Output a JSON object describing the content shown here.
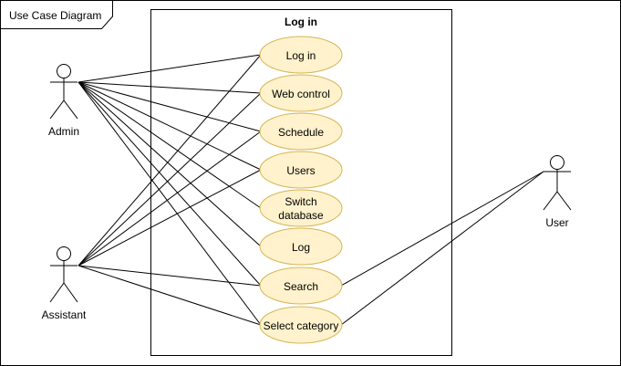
{
  "frame": {
    "label": "Use Case Diagram"
  },
  "system": {
    "title": "Log in"
  },
  "actors": {
    "admin": {
      "label": "Admin"
    },
    "assistant": {
      "label": "Assistant"
    },
    "user": {
      "label": "User"
    }
  },
  "use_cases": {
    "login": {
      "label": "Log in"
    },
    "web_control": {
      "label": "Web control"
    },
    "schedule": {
      "label": "Schedule"
    },
    "users": {
      "label": "Users"
    },
    "switch_database": {
      "label_line1": "Switch",
      "label_line2": "database"
    },
    "log": {
      "label": "Log"
    },
    "search": {
      "label": "Search"
    },
    "select_category": {
      "label": "Select category"
    }
  },
  "colors": {
    "use_case_fill": "#fff2cc",
    "use_case_stroke": "#d6b656",
    "line": "#000000"
  }
}
